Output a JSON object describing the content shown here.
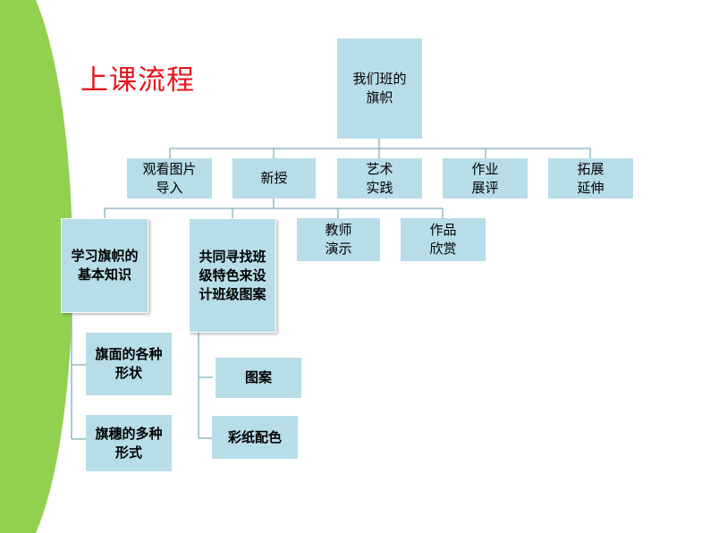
{
  "title": "上课流程",
  "colors": {
    "box_fill": "#b7dde8",
    "line": "#8fb9c6",
    "title": "#e8141c",
    "arc_green": "#92d050"
  },
  "root": {
    "label": "我们班的\n旗帜"
  },
  "level1": [
    {
      "label": "观看图片\n导入"
    },
    {
      "label": "新授"
    },
    {
      "label": "艺术\n实践"
    },
    {
      "label": "作业\n展评"
    },
    {
      "label": "拓展\n延伸"
    }
  ],
  "level2": [
    {
      "label": "学习旗帜的\n基本知识"
    },
    {
      "label": "共同寻找班\n级特色来设\n计班级图案"
    },
    {
      "label": "教师\n演示"
    },
    {
      "label": "作品\n欣赏"
    }
  ],
  "level3_knowledge": [
    {
      "label": "旗面的各种\n形状"
    },
    {
      "label": "旗穗的多种\n形式"
    }
  ],
  "level3_design": [
    {
      "label": "图案"
    },
    {
      "label": "彩纸配色"
    }
  ]
}
